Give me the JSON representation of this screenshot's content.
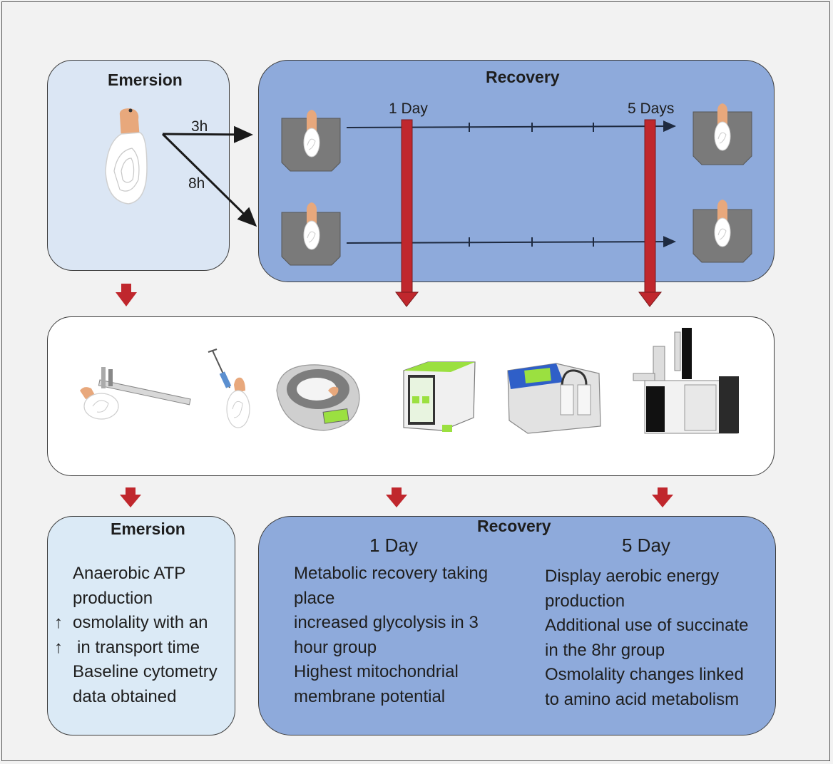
{
  "top_panel": {
    "emersion": {
      "title": "Emersion",
      "durations": [
        "3h",
        "8h"
      ]
    },
    "recovery": {
      "title": "Recovery",
      "timepoints": [
        "1 Day",
        "5 Days"
      ]
    }
  },
  "methods_panel": {
    "icons": [
      "oyster-caliper-measurement-icon",
      "oyster-syringe-hemolymph-icon",
      "weighing-scale-icon",
      "flow-cytometer-icon",
      "osmometer-icon",
      "gc-ms-instrument-icon"
    ]
  },
  "results_panel": {
    "emersion": {
      "title": "Emersion",
      "lines": [
        "Anaerobic ATP",
        "production",
        "osmolality with an",
        "in transport time",
        "Baseline cytometry",
        "data obtained"
      ],
      "arrow_symbol": "↑"
    },
    "recovery": {
      "title": "Recovery",
      "day1": {
        "heading": "1 Day",
        "lines": [
          "Metabolic recovery taking",
          "place",
          "increased glycolysis in 3",
          "hour group",
          "Highest mitochondrial",
          "membrane potential"
        ]
      },
      "day5": {
        "heading": "5 Day",
        "lines": [
          "Display aerobic energy",
          "production",
          "Additional use of succinate",
          "in the 8hr group",
          "Osmolality changes linked",
          "to amino acid metabolism"
        ]
      }
    }
  },
  "colors": {
    "emersion_fill": "#dbe6f4",
    "recovery_fill": "#8eaadb",
    "arrow_red": "#c0272d",
    "tank_gray": "#7a7a7a",
    "oyster_tan": "#e8a87c"
  }
}
